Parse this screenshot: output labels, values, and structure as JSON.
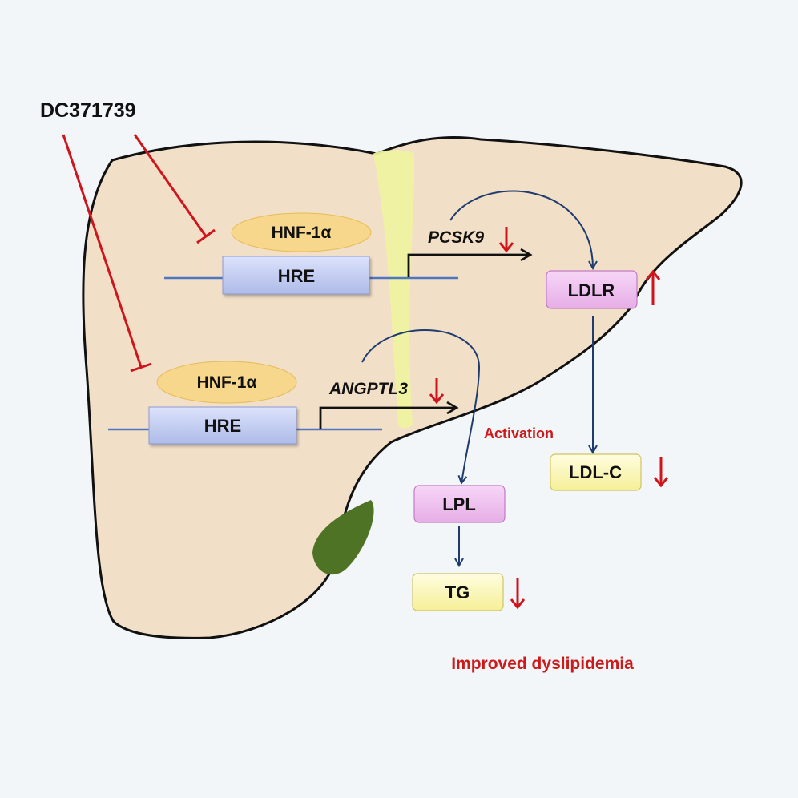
{
  "drug": "DC371739",
  "upper": {
    "tf": "HNF-1α",
    "element": "HRE",
    "gene": "PCSK9"
  },
  "lower": {
    "tf": "HNF-1α",
    "element": "HRE",
    "gene": "ANGPTL3"
  },
  "nodes": {
    "ldlr": "LDLR",
    "ldlc": "LDL-C",
    "lpl": "LPL",
    "tg": "TG"
  },
  "activation_label": "Activation",
  "outcome": "Improved dyslipidemia",
  "colors": {
    "background": "#f3f6f9",
    "liver": "#f2dfc8",
    "gallbladder": "#4f7325",
    "ligament": "#eef2a0",
    "inhibition": "#d0141b",
    "pathway": "#1f3c6e",
    "tf_fill": "#f6d78c",
    "hre_fill": "#c6d0f2",
    "receptor_fill": "#efc1ef",
    "lipid_fill": "#fbf7b0",
    "emphasis_text": "#cc1a1a"
  }
}
